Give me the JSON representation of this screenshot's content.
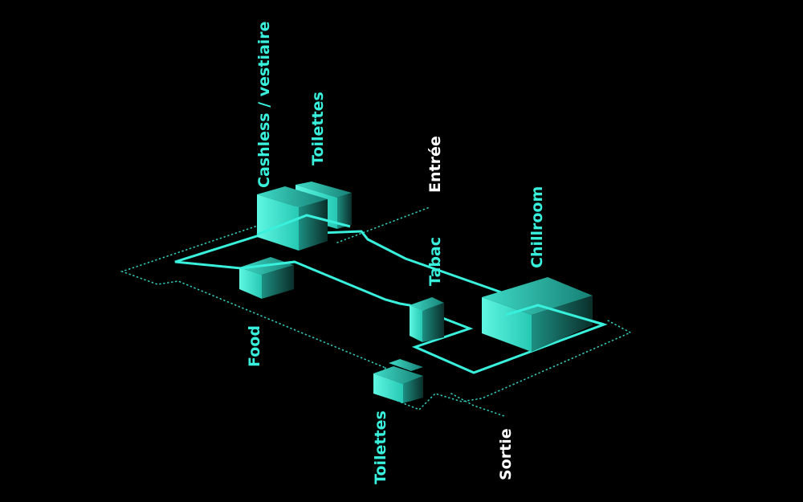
{
  "colors": {
    "accent": "#39f0dc",
    "background": "#000000",
    "text_secondary": "#ffffff"
  },
  "labels": {
    "cashless": "Cashless / vestiaire",
    "toilettes_top": "Toilettes",
    "entree": "Entrée",
    "tabac": "Tabac",
    "chillroom": "Chillroom",
    "food": "Food",
    "toilettes_bottom": "Toilettes",
    "sortie": "Sortie"
  }
}
